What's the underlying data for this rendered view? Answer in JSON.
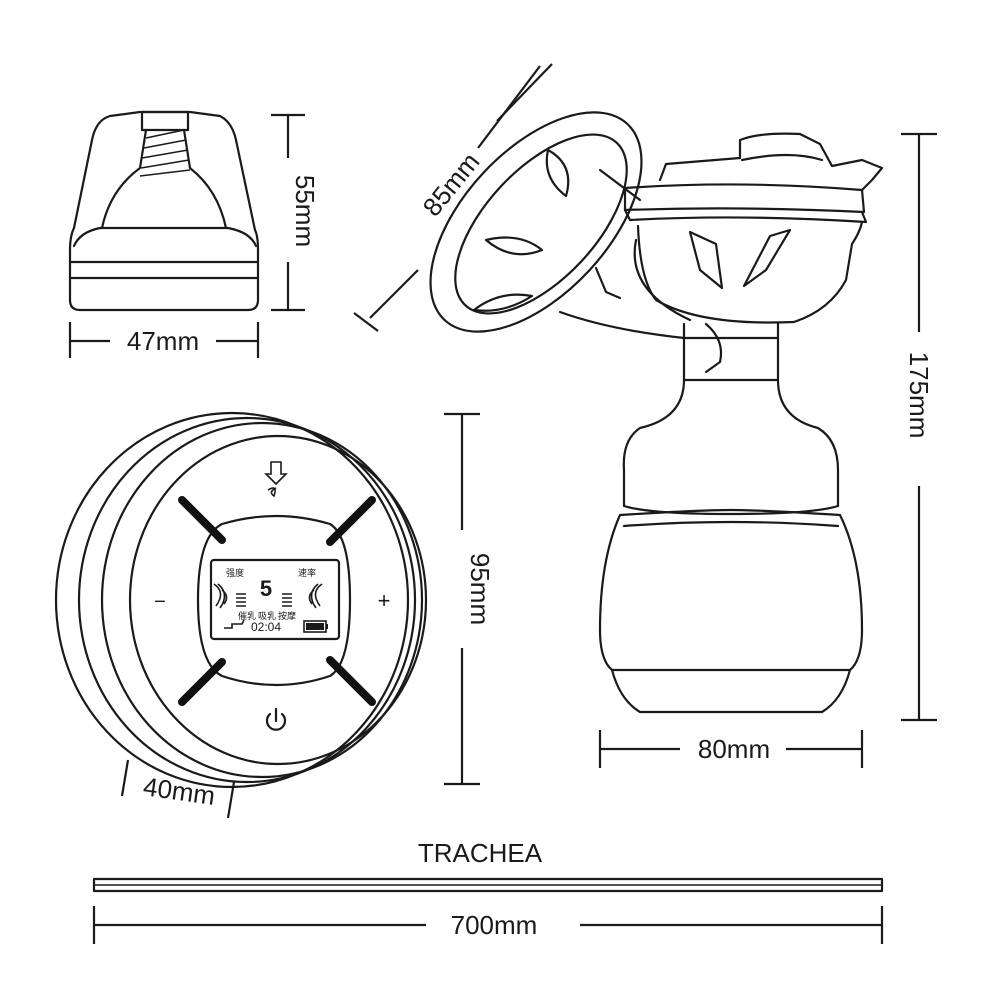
{
  "dimensions": {
    "base_height": "55mm",
    "base_width": "47mm",
    "flange_diameter": "85mm",
    "total_height": "175mm",
    "bottle_width": "80mm",
    "controller_diameter": "95mm",
    "controller_depth": "40mm",
    "trachea_length": "700mm"
  },
  "trachea_label": "TRACHEA",
  "controller": {
    "minus_label": "−",
    "plus_label": "+",
    "lcd": {
      "intensity_label": "强度",
      "speed_label": "速率",
      "level_digit": "5",
      "mode_labels": [
        "催乳",
        "吸乳",
        "按摩"
      ],
      "timer": "02:04"
    }
  }
}
